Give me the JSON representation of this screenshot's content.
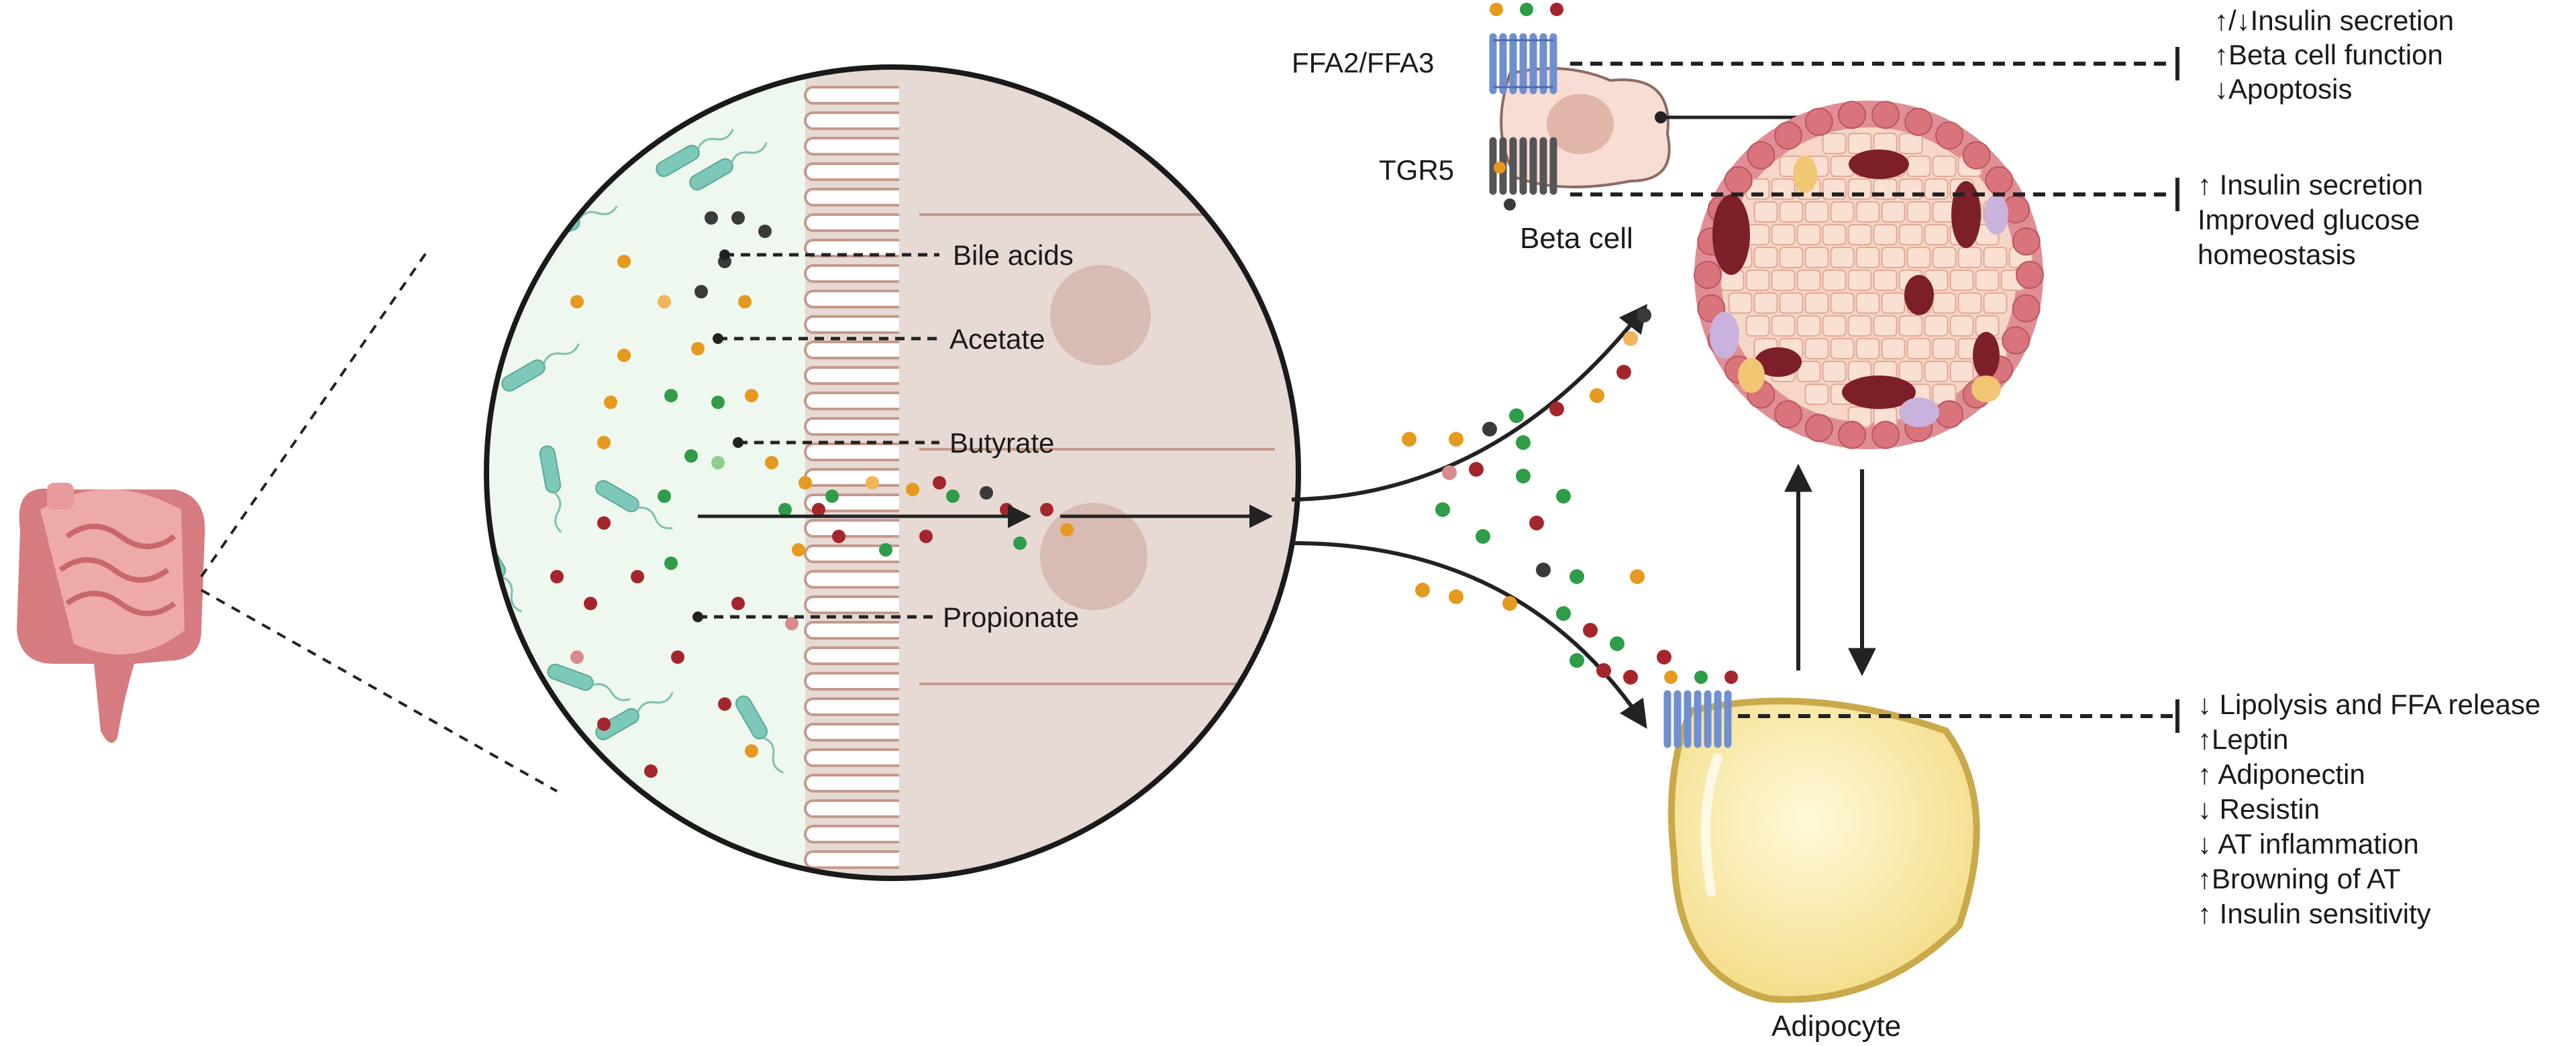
{
  "gut_labels": {
    "bile_acids": "Bile acids",
    "acetate": "Acetate",
    "butyrate": "Butyrate",
    "propionate": "Propionate"
  },
  "receptors": {
    "ffa": "FFA2/FFA3",
    "tgr5": "TGR5"
  },
  "cells": {
    "beta_cell": "Beta cell",
    "adipocyte": "Adipocyte"
  },
  "effects": {
    "ffa_beta": [
      "↑/↓Insulin secretion",
      "↑Beta cell function",
      "↓Apoptosis"
    ],
    "tgr5_beta": [
      "↑ Insulin secretion",
      "Improved glucose",
      "homeostasis"
    ],
    "adipocyte": [
      "↓ Lipolysis and FFA release",
      "↑Leptin",
      "↑ Adiponectin",
      "↓ Resistin",
      "↓ AT inflammation",
      "↑Browning of AT",
      "↑ Insulin sensitivity"
    ]
  },
  "colors": {
    "lumen_bg": "#eef8ee",
    "tissue_bg": "#e7d9d4",
    "bacteria": "#7ec8b9",
    "islet": "#e59aa0",
    "adipocyte": "#f6e7a8",
    "receptor_blue": "#6f8fd0",
    "receptor_dark": "#555555",
    "acid_orange": "#e59a1f",
    "acid_green": "#2f9c48",
    "acid_red": "#a4262c",
    "acid_black": "#3a3a3a"
  }
}
